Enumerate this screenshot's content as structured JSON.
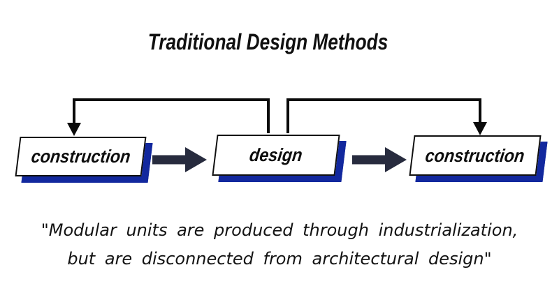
{
  "title": "Traditional Design Methods",
  "diagram": {
    "boxes": [
      {
        "label": "construction"
      },
      {
        "label": "design"
      },
      {
        "label": "construction"
      }
    ],
    "colors": {
      "ink": "#101010",
      "line": "#0a0a0a",
      "blue": "#12289e",
      "arrow": "#272b3e",
      "text": "#131313"
    }
  },
  "quote": {
    "line1": "\"Modular units are produced through industrialization,",
    "line2": "but are disconnected from architectural design\""
  }
}
